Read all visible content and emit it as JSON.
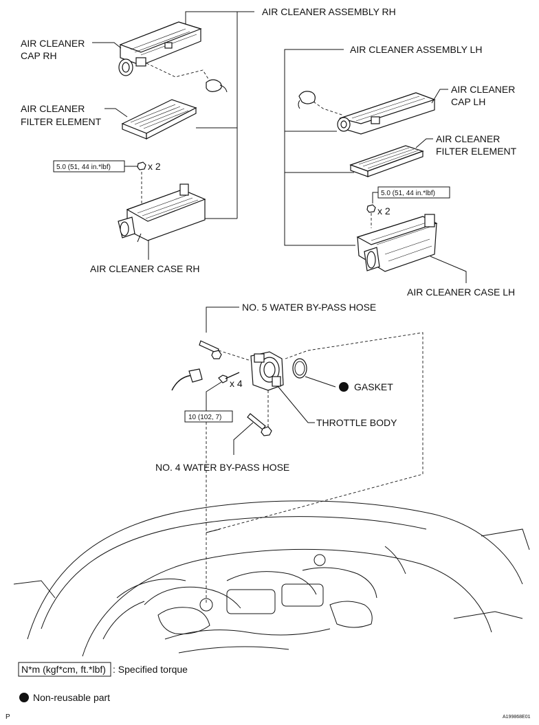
{
  "labels": {
    "assembly_rh": "AIR CLEANER ASSEMBLY RH",
    "cap_rh_line1": "AIR CLEANER",
    "cap_rh_line2": "CAP RH",
    "filter_rh_line1": "AIR CLEANER",
    "filter_rh_line2": "FILTER ELEMENT",
    "case_rh": "AIR CLEANER CASE RH",
    "assembly_lh": "AIR CLEANER ASSEMBLY LH",
    "cap_lh_line1": "AIR CLEANER",
    "cap_lh_line2": "CAP LH",
    "filter_lh_line1": "AIR CLEANER",
    "filter_lh_line2": "FILTER ELEMENT",
    "case_lh": "AIR CLEANER CASE LH",
    "hose5": "NO. 5 WATER BY-PASS HOSE",
    "hose4": "NO. 4 WATER BY-PASS HOSE",
    "gasket": "GASKET",
    "throttle_body": "THROTTLE BODY"
  },
  "torque": {
    "rh": "5.0 (51, 44 in.*lbf)",
    "lh": "5.0 (51, 44 in.*lbf)",
    "throttle": "10 (102, 7)"
  },
  "qty": {
    "rh_nuts": "x 2",
    "lh_nuts": "x 2",
    "throttle_bolts": "x 4"
  },
  "legend": {
    "torque_box": "N*m (kgf*cm, ft.*lbf)",
    "torque_text": ": Specified torque",
    "nonreusable_text": "Non-reusable part"
  },
  "footer": {
    "left": "P",
    "code": "A199868E01"
  },
  "icons": {
    "nonreusable": "filled-circle-icon"
  },
  "colors": {
    "ink": "#111111",
    "paper": "#ffffff"
  }
}
